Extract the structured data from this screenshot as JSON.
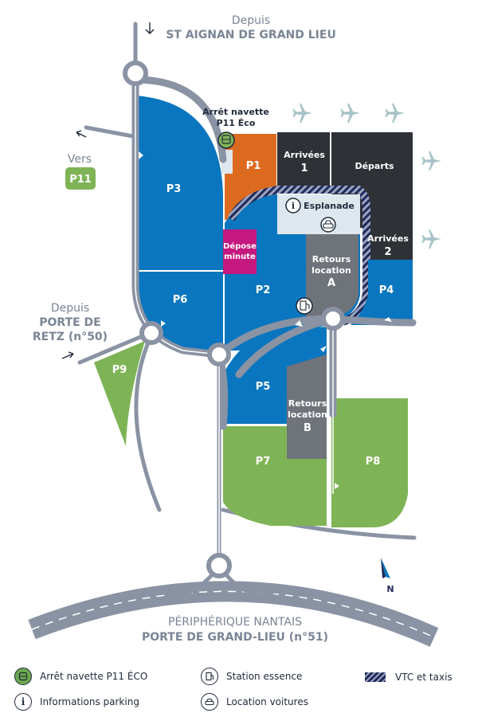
{
  "colors": {
    "blue": "#0a76bf",
    "green": "#7fb456",
    "orange": "#dd6b1f",
    "dark": "#2e3237",
    "grey": "#6f737a",
    "magenta": "#c4187f",
    "road": "#8a93a3",
    "pale": "#dfe7ee",
    "plane": "#a8c3c9"
  },
  "top_entry": {
    "depuis": "Depuis",
    "name": "ST AIGNAN DE GRAND LIEU"
  },
  "left_entry": {
    "depuis": "Depuis",
    "name_line1": "PORTE DE",
    "name_line2": "RETZ (n°50)"
  },
  "p11": {
    "vers": "Vers",
    "badge": "P11"
  },
  "shuttle_label": {
    "line1": "Arrêt navette",
    "line2": "P11 Éco"
  },
  "zones": {
    "p1": "P1",
    "p2": "P2",
    "p3": "P3",
    "p4": "P4",
    "p5": "P5",
    "p6": "P6",
    "p7": "P7",
    "p8": "P8",
    "p9": "P9",
    "arrivees1_line1": "Arrivées",
    "arrivees1_line2": "1",
    "departs": "Départs",
    "arrivees2_line1": "Arrivées",
    "arrivees2_line2": "2",
    "esplanade": "Esplanade",
    "depose_line1": "Dépose",
    "depose_line2": "minute",
    "retoursA_line1": "Retours",
    "retoursA_line2": "location",
    "retoursA_line3": "A",
    "retoursB_line1": "Retours",
    "retoursB_line2": "location",
    "retoursB_line3": "B"
  },
  "compass": "N",
  "bottom_entry": {
    "line1": "PÉRIPHÉRIQUE NANTAIS",
    "line2": "PORTE DE GRAND-LIEU (n°51)"
  },
  "legend": {
    "shuttle": "Arrêt navette P11 ÉCO",
    "fuel": "Station essence",
    "vtc": "VTC et taxis",
    "info": "Informations parking",
    "rental": "Location voitures"
  },
  "icons": [
    "bus-icon",
    "info-icon",
    "fuel-icon",
    "car-rental-icon",
    "plane-icon",
    "compass-icon",
    "arrow-icon"
  ]
}
